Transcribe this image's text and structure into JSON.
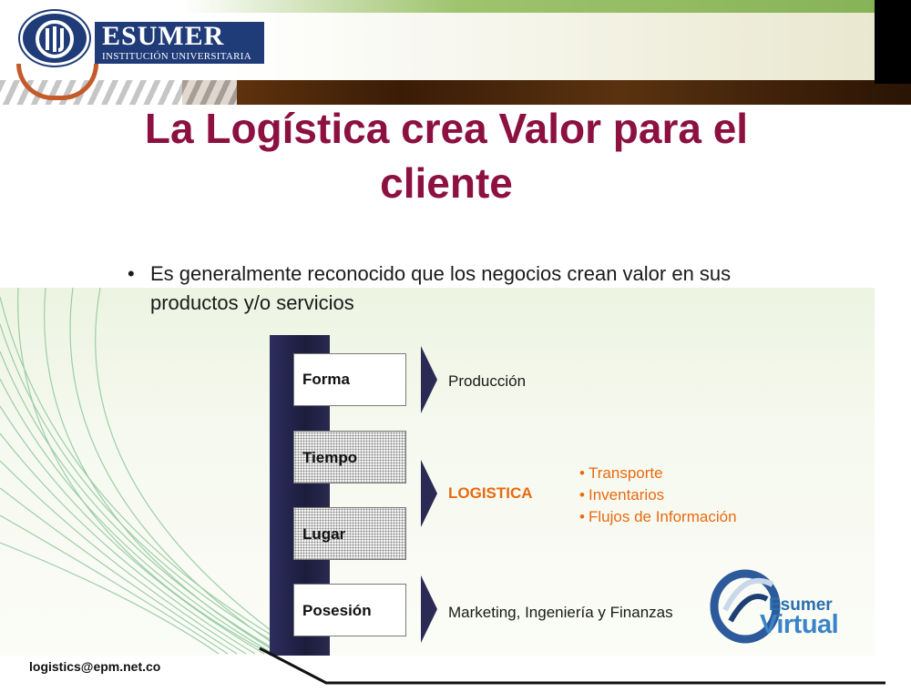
{
  "header": {
    "logo_name": "ESUMER",
    "logo_subtitle": "INSTITUCIÓN UNIVERSITARIA"
  },
  "slide": {
    "title_line1": "La Logística crea Valor para el",
    "title_line2": "cliente",
    "bullet_marker": "•",
    "bullet_line1": "Es generalmente reconocido que los negocios crean valor en sus",
    "bullet_line2": "productos y/o servicios"
  },
  "diagram": {
    "boxes": [
      {
        "label": "Forma"
      },
      {
        "label": "Tiempo"
      },
      {
        "label": "Lugar"
      },
      {
        "label": "Posesión"
      }
    ],
    "outcomes": {
      "produccion": "Producción",
      "logistica": "LOGISTICA",
      "marketing": "Marketing, Ingeniería y Finanzas"
    },
    "logistica_items": [
      "Transporte",
      "Inventarios",
      "Flujos de Información"
    ]
  },
  "footer": {
    "email": "logistics@epm.net.co",
    "virtual_logo_top": "Esumer",
    "virtual_logo_bottom": "Virtual"
  },
  "colors": {
    "title": "#8c1040",
    "accent_orange": "#e86a10",
    "brand_blue": "#1f3b78"
  }
}
